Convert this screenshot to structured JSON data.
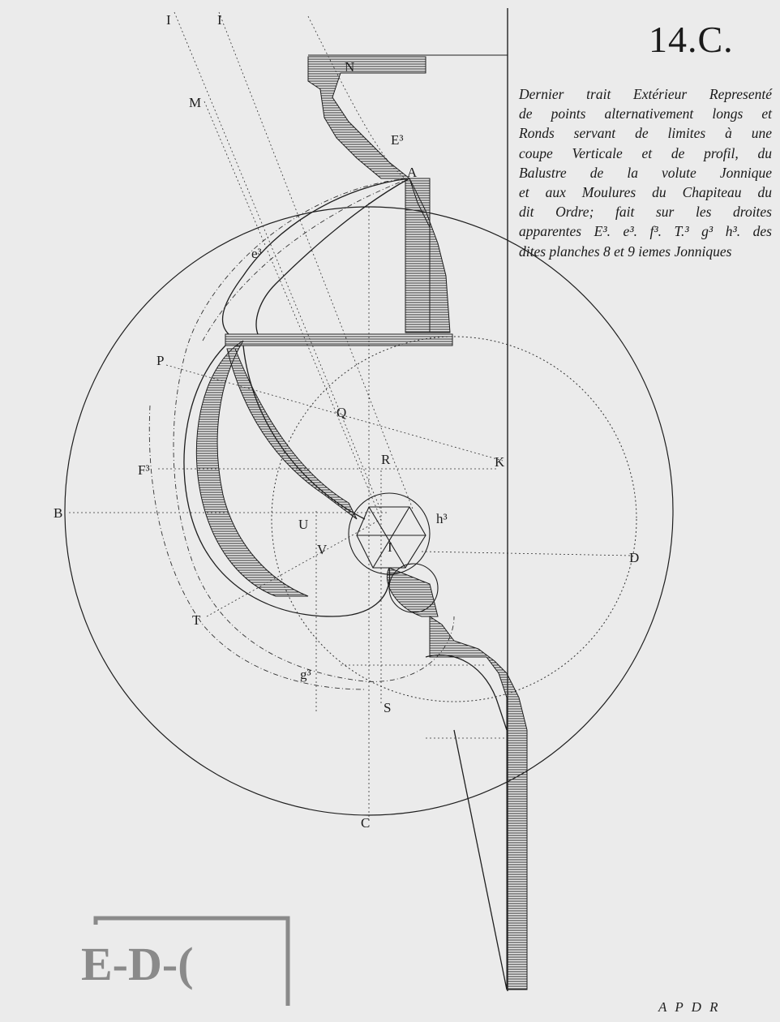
{
  "plate": {
    "number": "14.C.",
    "caption_lines": [
      "Dernier trait Extérieur Representé",
      "de points alternativement longs et",
      "Ronds servant de limites à une",
      "coupe Verticale et de profil, du",
      "Balustre de la volute Jonnique",
      "et aux Moulures du Chapiteau du",
      "dit Ordre; fait sur les droites",
      "apparentes E³. e³. f³. T.³ g³ h³. des",
      "dites planches 8 et 9 iemes Jonniques"
    ],
    "signature": "A P D R",
    "stamp": "E-D-("
  },
  "letters": {
    "I1": "I",
    "I2": "I",
    "M": "M",
    "N": "N",
    "E3": "E³",
    "A": "A",
    "e3": "e³",
    "P": "P",
    "Q": "Q",
    "F3": "F³",
    "R": "R",
    "K": "K",
    "B": "B",
    "U": "U",
    "h3": "h³",
    "V": "V",
    "I3": "I",
    "D": "D",
    "T": "T",
    "g3": "g³",
    "S": "S",
    "C": "C"
  },
  "colors": {
    "paper": "#ebebeb",
    "ink": "#1e1e1e",
    "stamp": "#8a8a8a"
  }
}
